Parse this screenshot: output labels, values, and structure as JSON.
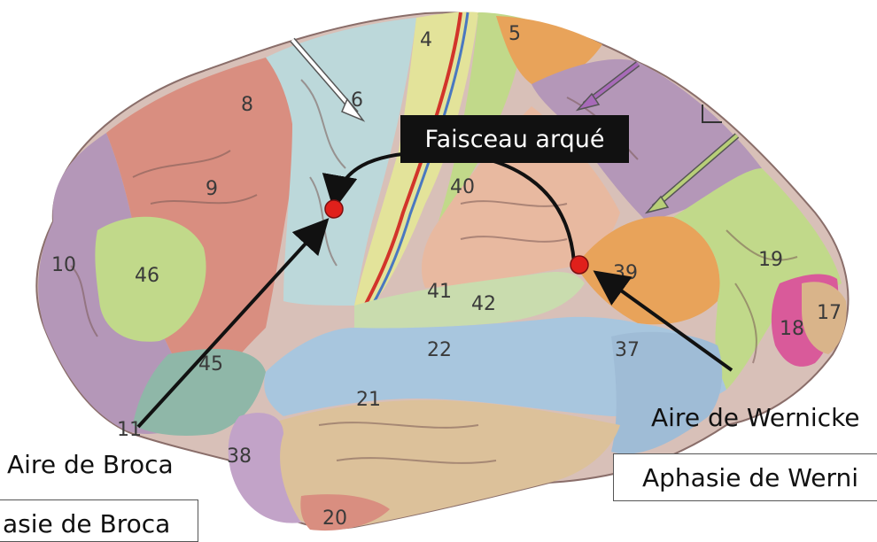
{
  "areas": [
    "4",
    "5",
    "6",
    "8",
    "9",
    "10",
    "46",
    "40",
    "41",
    "42",
    "39",
    "19",
    "18",
    "17",
    "22",
    "37",
    "21",
    "45",
    "11",
    "38",
    "20"
  ],
  "labels": {
    "faisceau": "Faisceau arqué",
    "broca_area": "Aire de Broca",
    "wernicke_area": "Aire de Wernicke",
    "broca_aphasia": "asie de Broca",
    "wernicke_aphasia": "Aphasie de Werni"
  },
  "colors": {
    "frontal_red": "#d98e80",
    "prefrontal_purple": "#b497b8",
    "premotor_blue": "#bcd8da",
    "motor_yellow": "#e3e39a",
    "orange": "#e8a35a",
    "green": "#c1d98a",
    "temporal_blue": "#a8c6de",
    "temporal_tan": "#dcc19a",
    "magenta": "#d95a9a",
    "marker_red": "#e0201b"
  }
}
